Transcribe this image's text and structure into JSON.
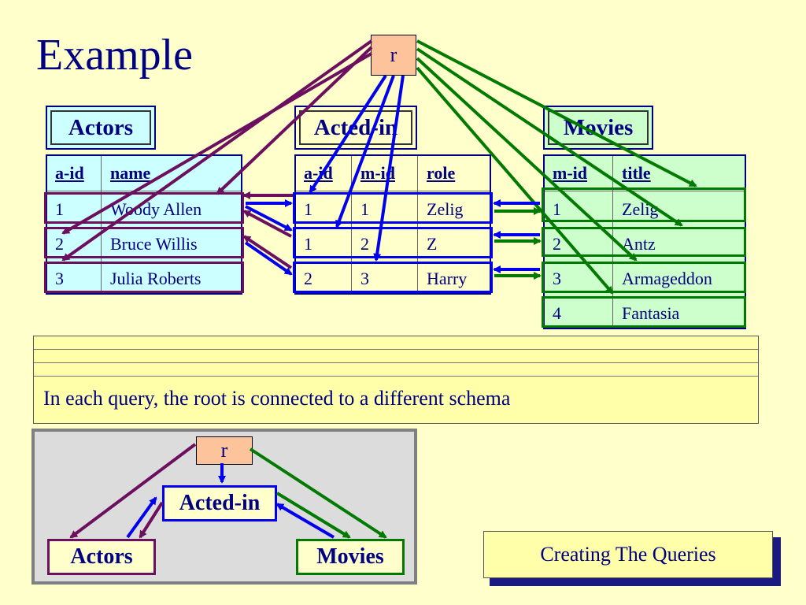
{
  "slide_title": "Example",
  "root_label": "r",
  "tables": {
    "actors": {
      "title": "Actors",
      "headers": [
        "a-id",
        "name"
      ],
      "rows": [
        [
          "1",
          "Woody Allen"
        ],
        [
          "2",
          "Bruce Willis"
        ],
        [
          "3",
          "Julia Roberts"
        ]
      ]
    },
    "acted_in": {
      "title": "Acted-in",
      "headers": [
        "a-id",
        "m-id",
        "role"
      ],
      "rows": [
        [
          "1",
          "1",
          "Zelig"
        ],
        [
          "1",
          "2",
          "Z"
        ],
        [
          "2",
          "3",
          "Harry"
        ]
      ]
    },
    "movies": {
      "title": "Movies",
      "headers": [
        "m-id",
        "title"
      ],
      "rows": [
        [
          "1",
          "Zelig"
        ],
        [
          "2",
          "Antz"
        ],
        [
          "3",
          "Armageddon"
        ],
        [
          "4",
          "Fantasia"
        ]
      ]
    }
  },
  "caption": "In each query, the root is connected to a different schema",
  "mini_diagram": {
    "root": "r",
    "acted_in": "Acted-in",
    "actors": "Actors",
    "movies": "Movies"
  },
  "creating_button": "Creating The Queries",
  "colors": {
    "purple": "#6b0f5e",
    "blue": "#0000ee",
    "green": "#007a00",
    "navy": "#000080",
    "actors_bg": "#ccffff",
    "movies_bg": "#ccffcc",
    "acted_bg": "#ffffcc",
    "root_bg": "#fdc39a"
  }
}
